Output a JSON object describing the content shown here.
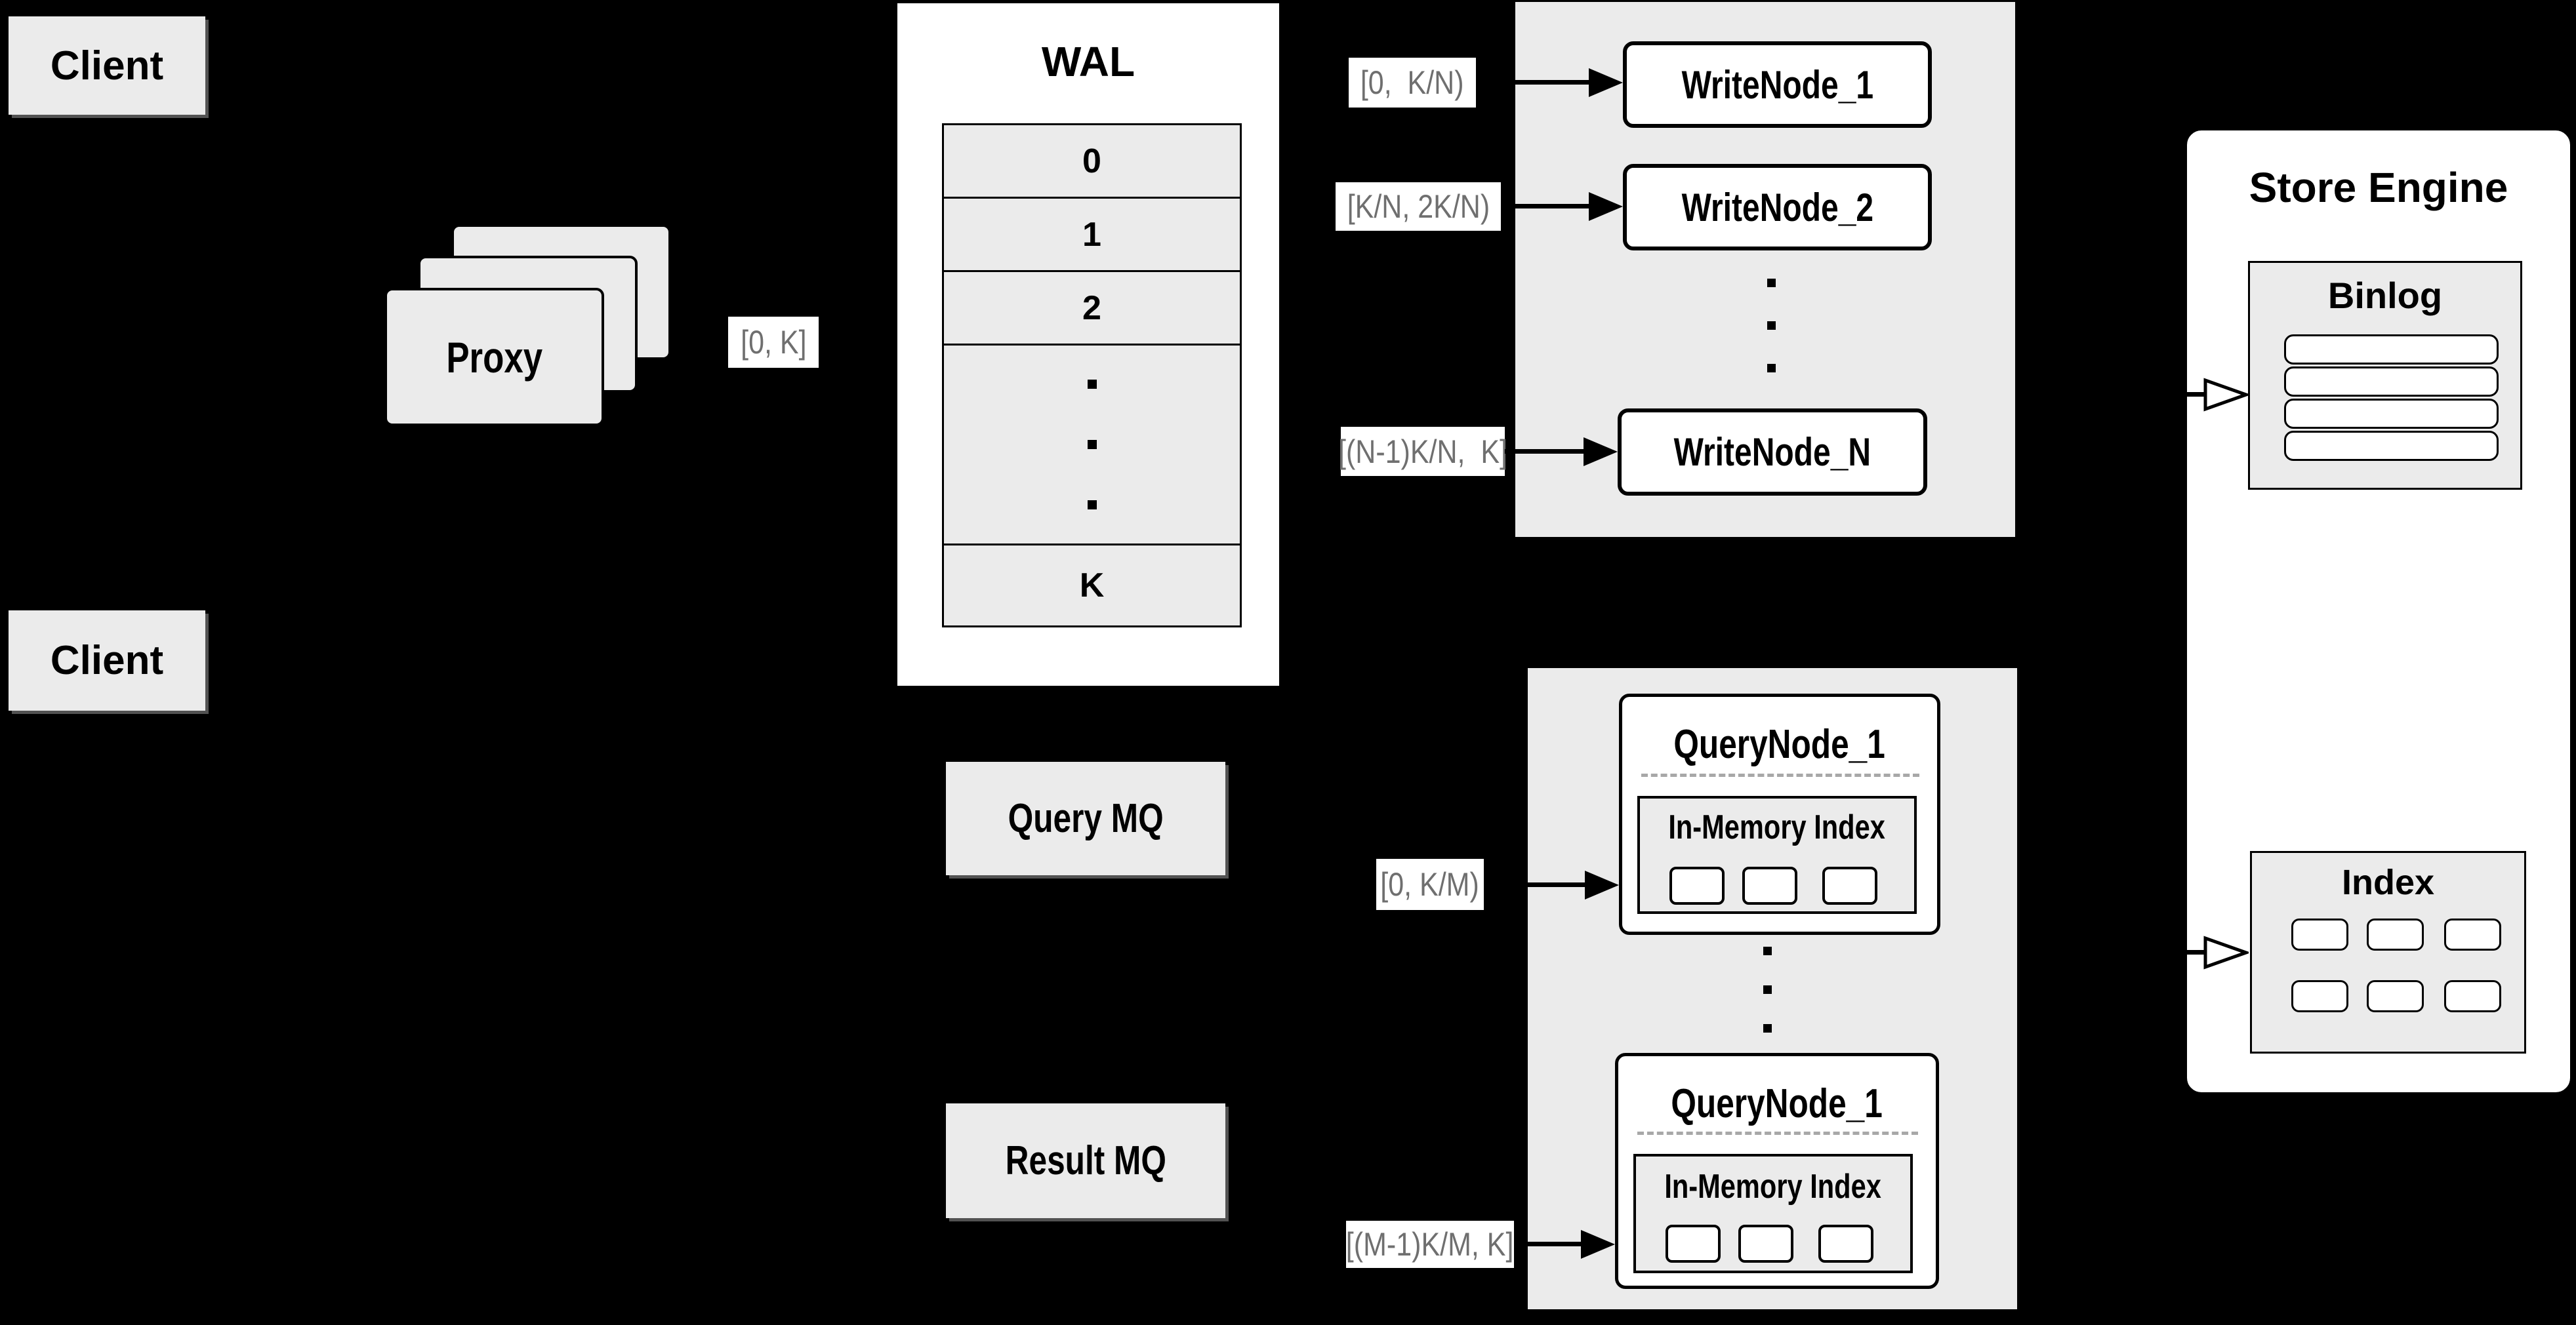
{
  "colors": {
    "background": "#000000",
    "panel_gray": "#ebebeb",
    "node_white": "#ffffff",
    "line_black": "#000000",
    "range_label_text": "#6f6f6f",
    "range_label_bg": "#ffffff",
    "dashed_divider": "#a8a8a8"
  },
  "clients": {
    "top": "Client",
    "bottom": "Client"
  },
  "proxy": {
    "label": "Proxy",
    "range": "[0, K]"
  },
  "wal": {
    "title": "WAL",
    "rows": [
      "0",
      "1",
      "2"
    ],
    "last_row": "K"
  },
  "write_cluster": {
    "node1": {
      "label": "WriteNode_1",
      "range": "[0,  K/N)"
    },
    "node2": {
      "label": "WriteNode_2",
      "range": "[K/N, 2K/N)"
    },
    "nodeN": {
      "label": "WriteNode_N",
      "range": "[(N-1)K/N,  K]"
    }
  },
  "store_engine": {
    "title": "Store Engine",
    "binlog_title": "Binlog",
    "index_title": "Index"
  },
  "mq": {
    "query": "Query MQ",
    "result": "Result MQ"
  },
  "query_cluster": {
    "node1": {
      "label": "QueryNode_1",
      "inner": "In-Memory Index",
      "range": "[0, K/M)"
    },
    "node2": {
      "label": "QueryNode_1",
      "inner": "In-Memory Index",
      "range": "[(M-1)K/M, K]"
    }
  }
}
